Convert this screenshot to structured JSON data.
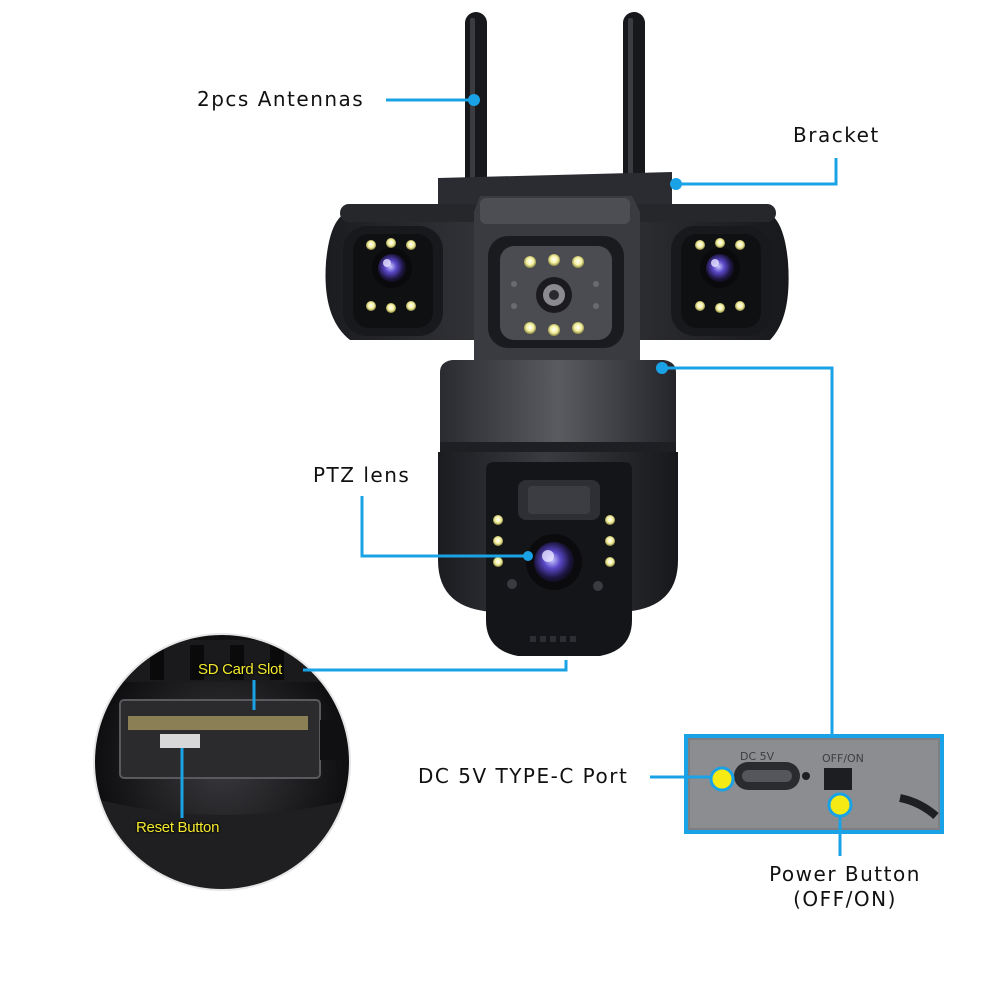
{
  "labels": {
    "antennas": "2pcs Antennas",
    "bracket": "Bracket",
    "ptz_lens": "PTZ lens",
    "dc_port": "DC 5V TYPE-C Port",
    "power_button_line1": "Power Button",
    "power_button_line2": "(OFF/ON)",
    "sd_card_slot": "SD Card Slot",
    "reset_button": "Reset Button"
  },
  "port_panel": {
    "dc_marking": "DC 5V",
    "switch_marking": "OFF/ON"
  },
  "colors": {
    "callout_line": "#1aa2e6",
    "highlight_dot": "#f5ea14",
    "inset_text": "#f3ea2e",
    "camera_body": "#2b2c30"
  }
}
